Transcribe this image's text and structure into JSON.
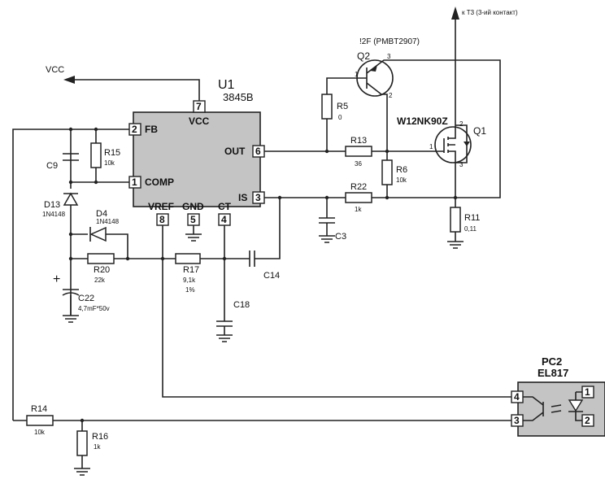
{
  "ic": {
    "ref": "U1",
    "part": "3845B",
    "pins": {
      "vcc": {
        "num": "7",
        "name": "VCC"
      },
      "fb": {
        "num": "2",
        "name": "FB"
      },
      "comp": {
        "num": "1",
        "name": "COMP"
      },
      "out": {
        "num": "6",
        "name": "OUT"
      },
      "is": {
        "num": "3",
        "name": "IS"
      },
      "vref": {
        "num": "8",
        "name": "VREF"
      },
      "gnd": {
        "num": "5",
        "name": "GND"
      },
      "ct": {
        "num": "4",
        "name": "CT"
      }
    }
  },
  "net_vcc": "VCC",
  "net_t3": "к Т3 (3-ий контакт)",
  "transistors": {
    "q2": {
      "ref": "Q2",
      "part": "!2F  (PMBT2907)",
      "pin1": "1",
      "pin2": "2",
      "pin3": "3"
    },
    "q1": {
      "ref": "Q1",
      "part": "W12NK90Z",
      "pin1": "1",
      "pin2": "2",
      "pin3": "3"
    }
  },
  "resistors": {
    "r5": {
      "ref": "R5",
      "value": "0"
    },
    "r13": {
      "ref": "R13",
      "value": "36"
    },
    "r6": {
      "ref": "R6",
      "value": "10k"
    },
    "r22": {
      "ref": "R22",
      "value": "1k"
    },
    "r11": {
      "ref": "R11",
      "value": "0,11"
    },
    "r15": {
      "ref": "R15",
      "value": "10k"
    },
    "r20": {
      "ref": "R20",
      "value": "22k"
    },
    "r17": {
      "ref": "R17",
      "value": "9,1k",
      "tolerance": "1%"
    },
    "r14": {
      "ref": "R14",
      "value": "10k"
    },
    "r16": {
      "ref": "R16",
      "value": "1k"
    }
  },
  "capacitors": {
    "c9": {
      "ref": "C9"
    },
    "c3": {
      "ref": "C3"
    },
    "c14": {
      "ref": "C14"
    },
    "c18": {
      "ref": "C18"
    },
    "c22": {
      "ref": "C22",
      "value": "4,7mF*50v"
    }
  },
  "diodes": {
    "d13": {
      "ref": "D13",
      "part": "1N4148"
    },
    "d4": {
      "ref": "D4",
      "part": "1N4148"
    }
  },
  "optocoupler": {
    "ref": "PC2",
    "part": "EL817",
    "pin1": "1",
    "pin2": "2",
    "pin3": "3",
    "pin4": "4"
  },
  "polarity_plus": "+"
}
